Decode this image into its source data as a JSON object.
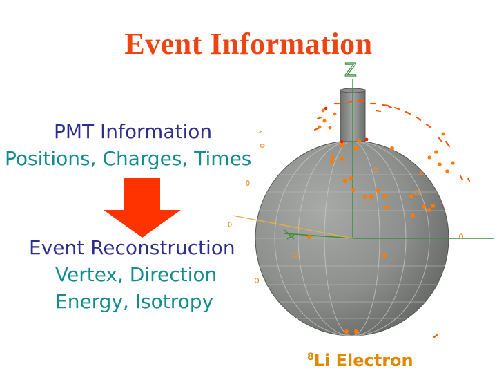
{
  "title": "Event Information",
  "left_column": {
    "pmt_heading": "PMT Information",
    "pmt_details": "Positions, Charges, Times",
    "recon_heading": "Event Reconstruction",
    "recon_line1": "Vertex, Direction",
    "recon_line2": "Energy, Isotropy"
  },
  "detector": {
    "axis_label": "Z",
    "caption_isotope_mass": "8",
    "caption_text": "Li Electron"
  },
  "colors": {
    "title": "#ee4411",
    "arrow": "#ff3300",
    "heading": "#2e2f8a",
    "detail": "#138c8c",
    "caption": "#e08800"
  }
}
